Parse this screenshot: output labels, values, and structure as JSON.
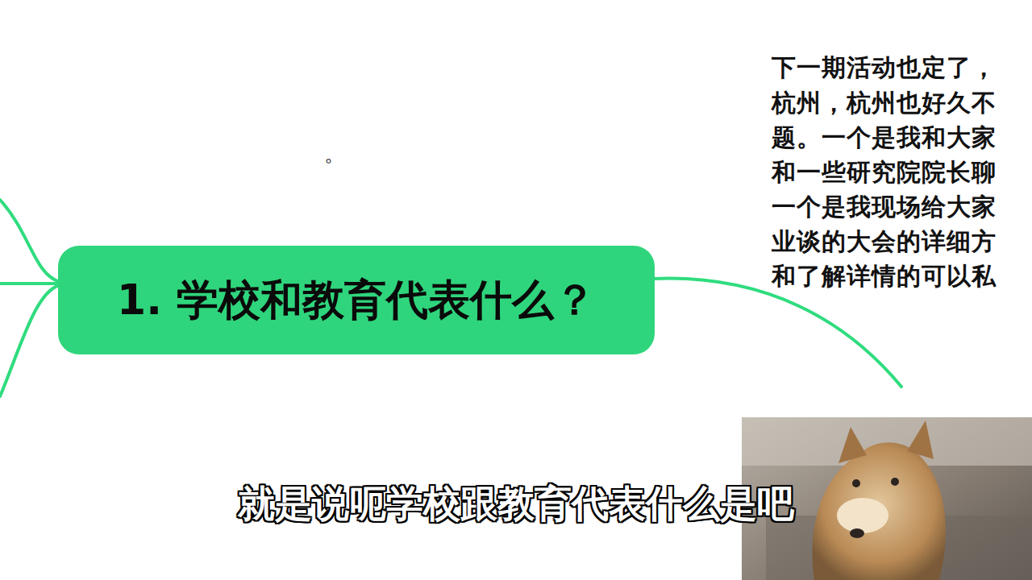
{
  "diagram": {
    "nodes": [
      {
        "text": [
          "1. 学校和教育代表什么？"
        ]
      }
    ],
    "labels": [
      "。",
      "下一期活动也定了，",
      "杭州，杭州也好久不",
      "题。一个是我和大家",
      "和一些研究院院长聊",
      "一个是我现场给大家",
      "业谈的大会的详细方",
      "和了解详情的可以私",
      "就是说呃学校跟教育代表什么是吧"
    ]
  }
}
